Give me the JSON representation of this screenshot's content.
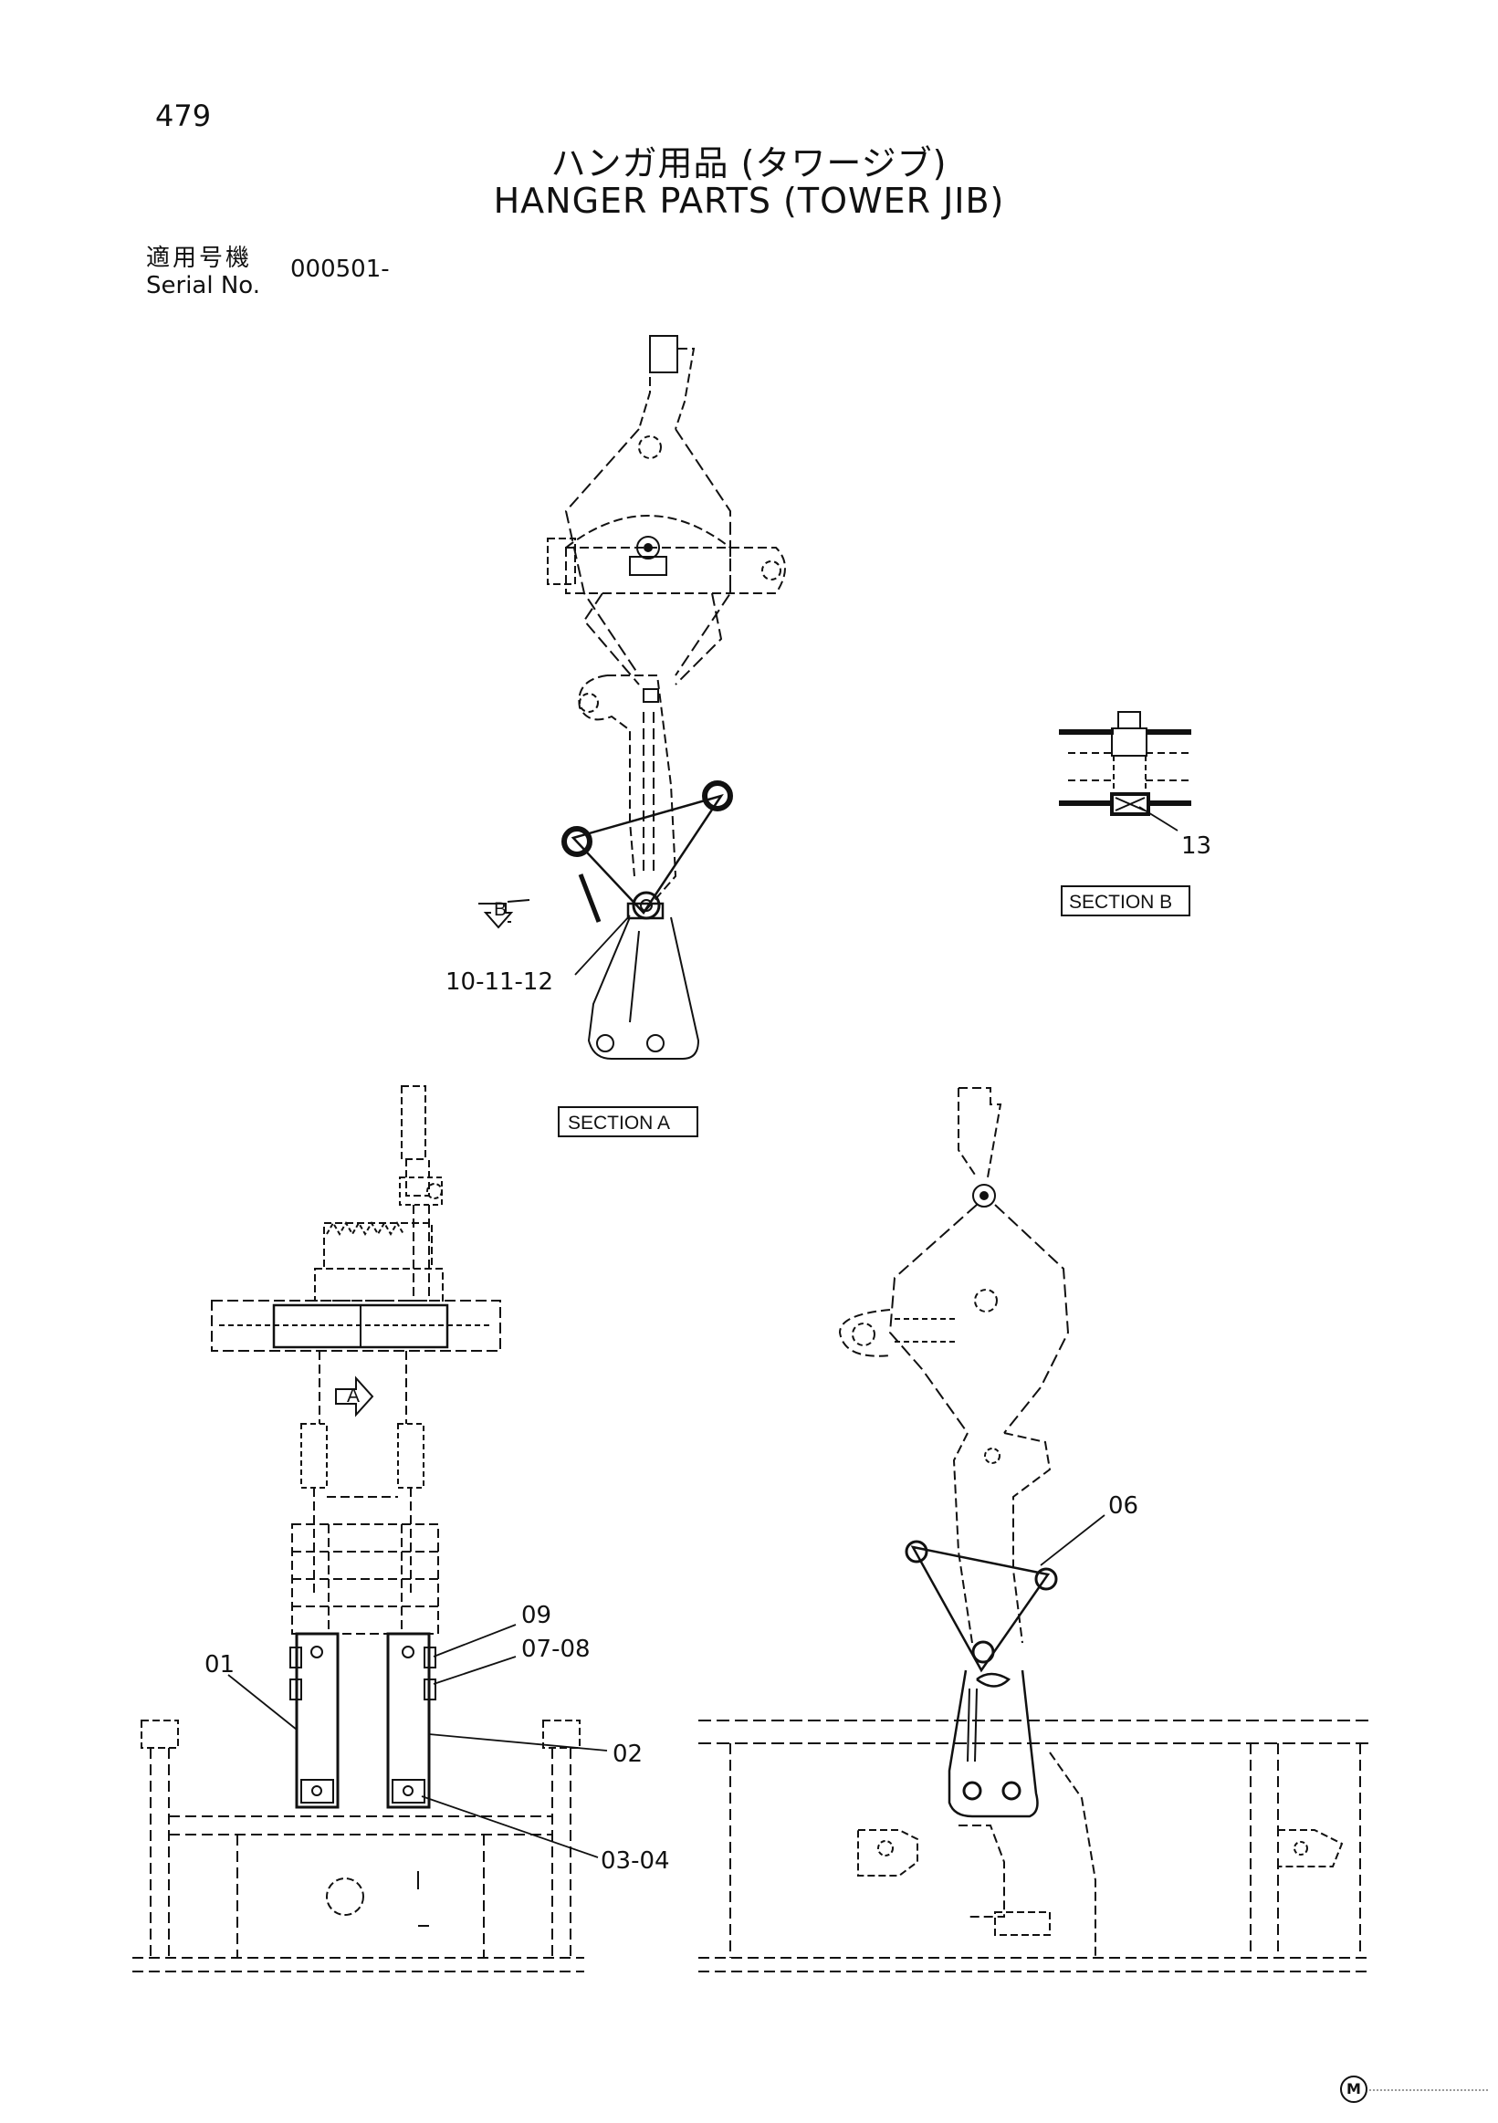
{
  "page": {
    "number": "479",
    "title_jp": "ハンガ用品 (タワージブ)",
    "title_en": "HANGER PARTS (TOWER JIB)",
    "serial_label_jp": "適用号機",
    "serial_label_en": "Serial No.",
    "serial_value": "000501-"
  },
  "sections": {
    "a": "SECTION A",
    "b": "SECTION B"
  },
  "view_markers": {
    "a": "A",
    "b": "B"
  },
  "callouts": {
    "c01": "01",
    "c02": "02",
    "c0304": "03-04",
    "c06": "06",
    "c0708": "07-08",
    "c09": "09",
    "c101112": "10-11-12",
    "c13": "13"
  },
  "footer_mark": "M"
}
